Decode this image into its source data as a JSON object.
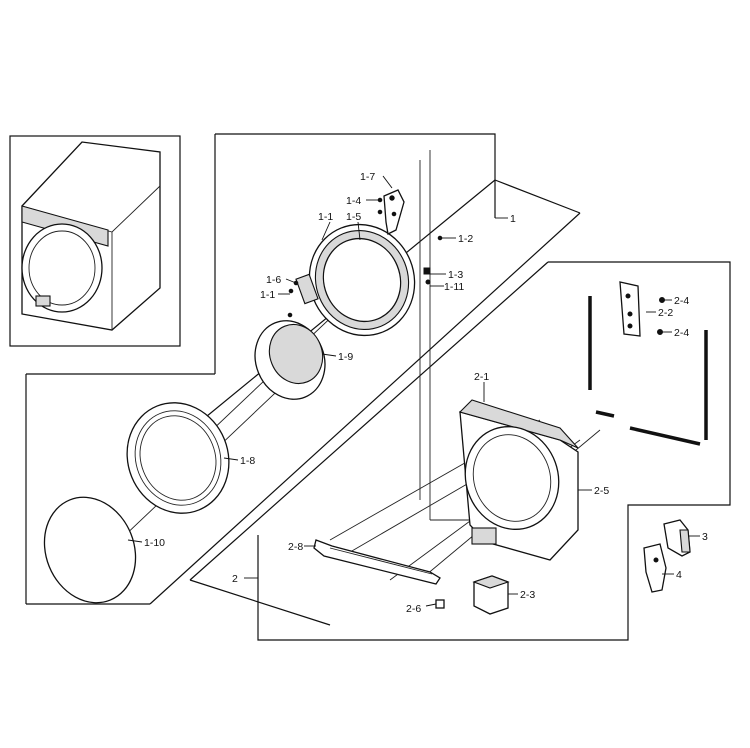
{
  "labels": {
    "l1": "1",
    "l1_1a": "1-1",
    "l1_1b": "1-1",
    "l1_2": "1-2",
    "l1_3": "1-3",
    "l1_4": "1-4",
    "l1_5": "1-5",
    "l1_6": "1-6",
    "l1_7": "1-7",
    "l1_8": "1-8",
    "l1_9": "1-9",
    "l1_10": "1-10",
    "l1_11": "1-11",
    "l2": "2",
    "l2_1": "2-1",
    "l2_2": "2-2",
    "l2_3": "2-3",
    "l2_4a": "2-4",
    "l2_4b": "2-4",
    "l2_5": "2-5",
    "l2_6": "2-6",
    "l2_8": "2-8",
    "l3": "3",
    "l4": "4"
  }
}
